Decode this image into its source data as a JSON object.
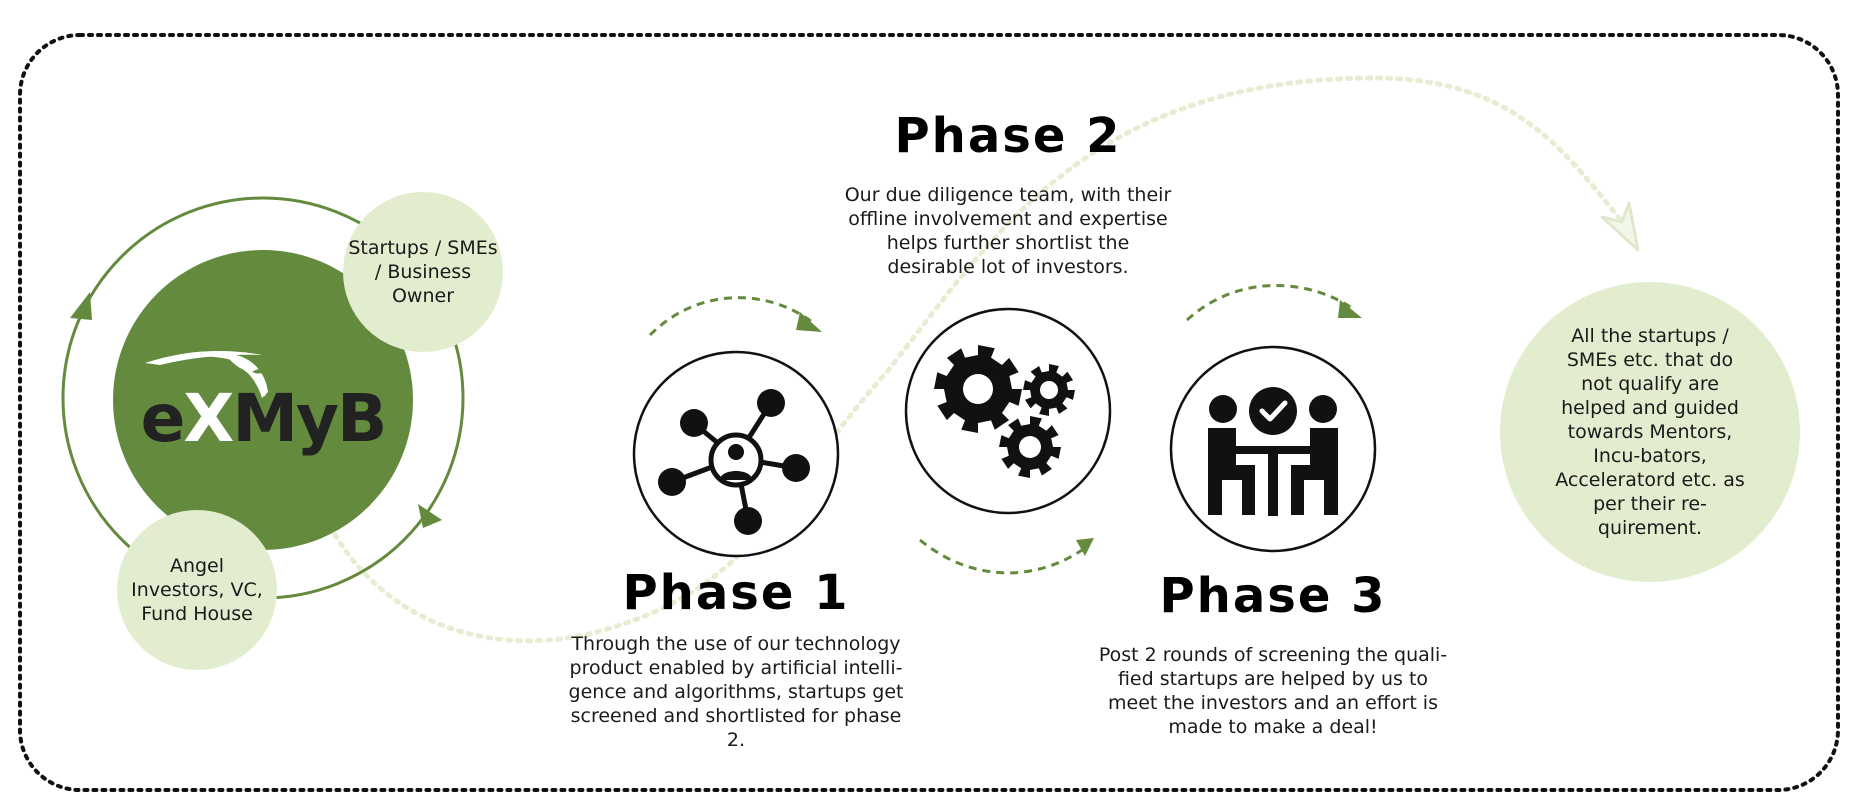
{
  "brand": {
    "logo_text": "eXMyB",
    "primary_color": "#648a3e",
    "light_color": "#e2edcf"
  },
  "cycle": {
    "startups_label": "Startups / SMEs / Business Owner",
    "investors_label": "Angel Investors, VC, Fund House"
  },
  "phases": [
    {
      "title": "Phase 1",
      "icon": "network-person-icon",
      "description": "Through the use of our technology product enabled by artificial intelli-gence and algorithms, startups get screened and shortlisted for phase 2."
    },
    {
      "title": "Phase 2",
      "icon": "gears-icon",
      "description": "Our due diligence team, with their offline involvement and expertise helps further shortlist the desirable lot of investors."
    },
    {
      "title": "Phase 3",
      "icon": "meeting-approval-icon",
      "description": "Post 2 rounds of screening the quali-fied startups are helped by us to meet the investors and an effort is made to make a deal!"
    }
  ],
  "outcome": {
    "text": "All the startups / SMEs etc. that do not qualify are helped and guided towards Mentors, Incu-bators, Acceleratord etc. as per their re-quirement."
  }
}
